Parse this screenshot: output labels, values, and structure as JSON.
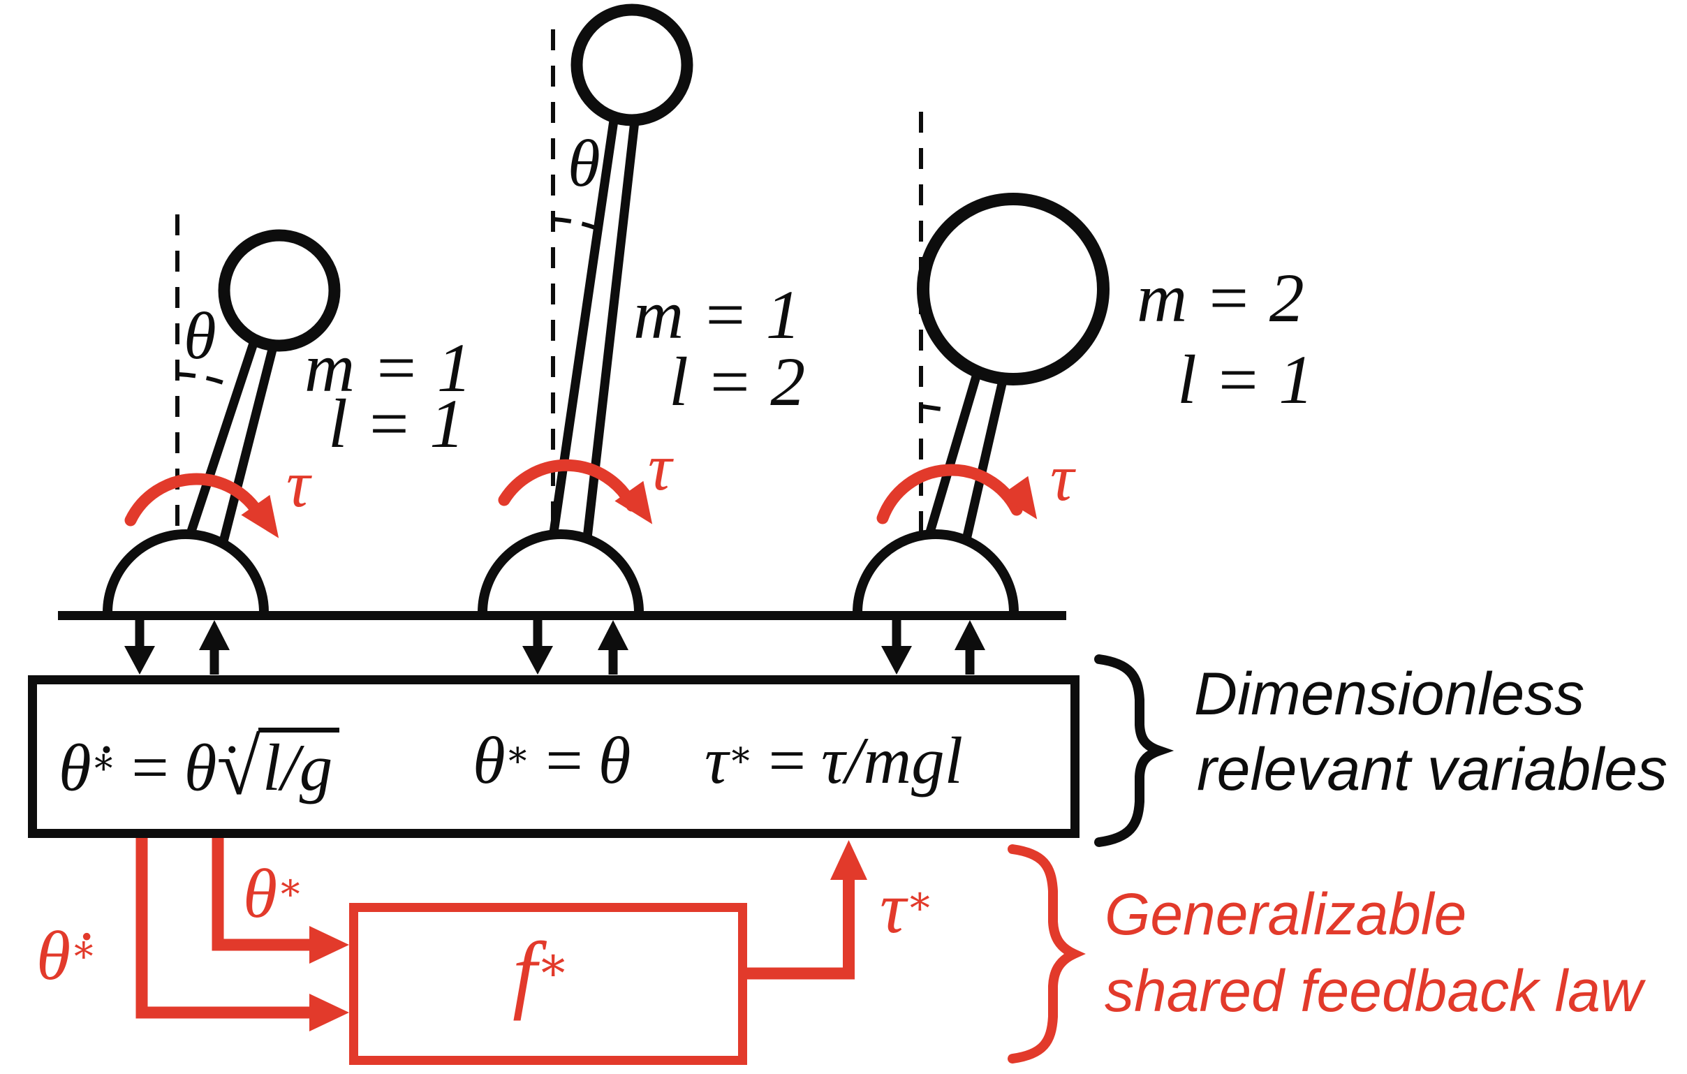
{
  "colors": {
    "accent_red": "#e23a2b",
    "ink_black": "#0d0d0d",
    "background": "#ffffff"
  },
  "pendulums": [
    {
      "angle_label": "θ",
      "torque_label": "τ",
      "mass_label": "m = 1",
      "length_label": "l = 1"
    },
    {
      "angle_label": "θ",
      "torque_label": "τ",
      "mass_label": "m = 1",
      "length_label": "l = 2"
    },
    {
      "torque_label": "τ",
      "mass_label": "m = 2",
      "length_label": "l = 1"
    }
  ],
  "equation_box": {
    "eq1": {
      "lhs": "θ̇",
      "lhs_sup": "∗",
      "rel": "=",
      "rhs": "θ̇",
      "radical": "√",
      "radicand": "l/g"
    },
    "eq2": {
      "lhs": "θ",
      "lhs_sup": "∗",
      "rel": "=",
      "rhs": "θ"
    },
    "eq3": {
      "lhs": "τ",
      "lhs_sup": "∗",
      "rel": "=",
      "rhs": "τ/mgl"
    }
  },
  "feedback": {
    "input_velocity": {
      "base": "θ̇",
      "sup": "∗"
    },
    "input_angle": {
      "base": "θ",
      "sup": "∗"
    },
    "function": {
      "base": "f",
      "sup": "∗"
    },
    "output_torque": {
      "base": "τ",
      "sup": "∗"
    }
  },
  "captions": {
    "dimensionless": {
      "line1": "Dimensionless",
      "line2": "relevant variables"
    },
    "generalizable": {
      "line1": "Generalizable",
      "line2": "shared feedback law"
    }
  }
}
